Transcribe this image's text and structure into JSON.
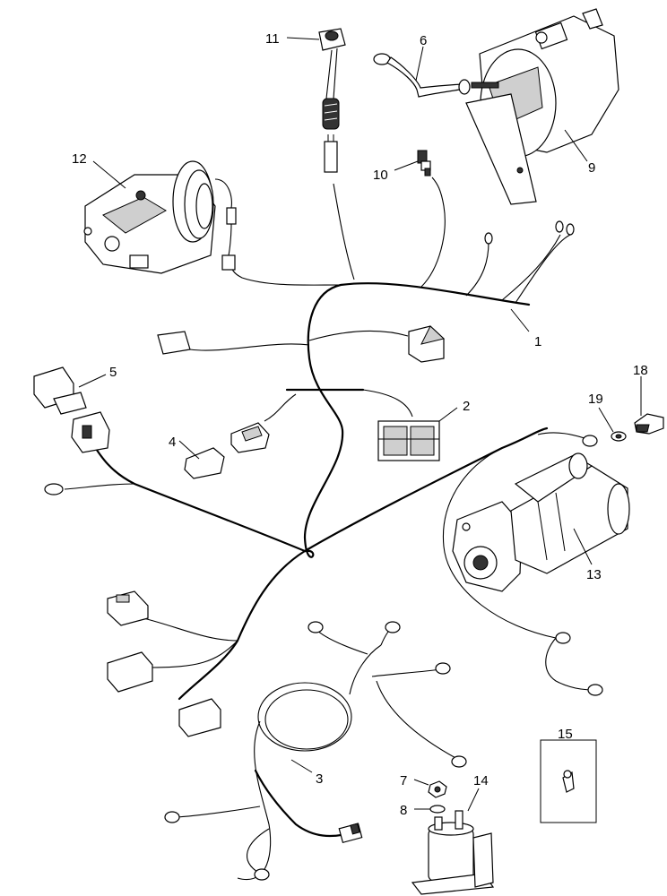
{
  "callouts": {
    "c1": "1",
    "c2": "2",
    "c3": "3",
    "c4": "4",
    "c5": "5",
    "c6": "6",
    "c7": "7",
    "c8": "8",
    "c9": "9",
    "c10": "10",
    "c11": "11",
    "c12": "12",
    "c13": "13",
    "c14": "14",
    "c15": "15",
    "c18": "18",
    "c19": "19"
  }
}
